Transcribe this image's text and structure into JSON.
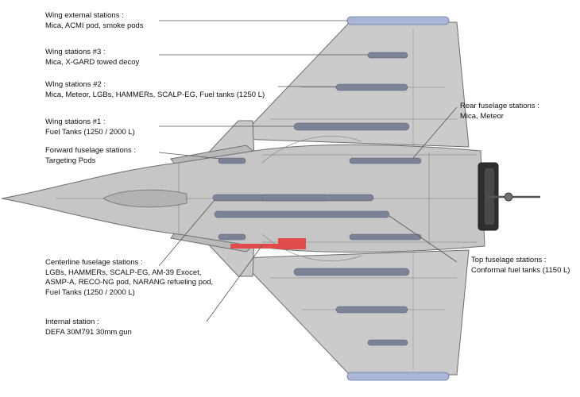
{
  "callouts": {
    "wing_external": {
      "title": "Wing external stations :",
      "detail": "Mica, ACMI pod, smoke pods"
    },
    "wing_3": {
      "title": "Wing stations #3 :",
      "detail": "Mica, X-GARD towed decoy"
    },
    "wing_2": {
      "title": "WIng stations #2 :",
      "detail": "Mica, Meteor, LGBs, HAMMERs, SCALP-EG, Fuel tanks (1250 L)"
    },
    "wing_1": {
      "title": "Wing stations #1 :",
      "detail": "Fuel Tanks (1250 / 2000 L)"
    },
    "forward_fuselage": {
      "title": "Forward fuselage stations :",
      "detail": "Targeting Pods"
    },
    "rear_fuselage": {
      "title": "Rear fuselage stations :",
      "detail": "Mica, Meteor"
    },
    "centerline": {
      "title": "Centerline fuselage stations :",
      "lines": [
        "LGBs, HAMMERs, SCALP-EG, AM-39 Exocet,",
        "ASMP-A, RECO-NG pod, NARANG refueling pod,",
        "Fuel Tanks (1250 / 2000 L)"
      ]
    },
    "top_fuselage": {
      "title": "Top fuselage stations :",
      "detail": "Conformal fuel tanks (1150 L)"
    },
    "internal": {
      "title": "Internal station :",
      "detail": "DEFA 30M791 30mm gun"
    }
  },
  "colors": {
    "airframe": "#c9c9c9",
    "airframe_dark": "#a7a7a7",
    "outline": "#6e6e6e",
    "station_pod": "#7d8396",
    "wingtip_pod": "#aab6d6",
    "gun": "#e24b4b",
    "leader_line": "#555555",
    "engine_nozzle": "#2e2e2e"
  },
  "icons": [
    "rafale-aircraft-topview",
    "gun-icon",
    "engine-nozzle-icon",
    "refueling-probe-icon"
  ]
}
